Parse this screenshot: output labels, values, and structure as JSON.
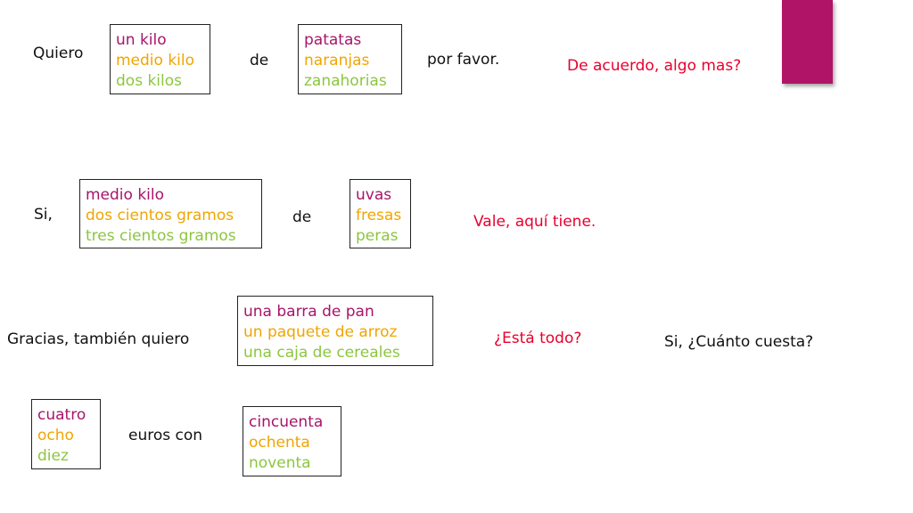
{
  "row1": {
    "intro": "Quiero",
    "quantities": [
      "un kilo",
      "medio kilo",
      "dos kilos"
    ],
    "connector": "de",
    "items": [
      "patatas",
      "naranjas",
      "zanahorias"
    ],
    "closing": "por favor.",
    "reply": "De acuerdo, algo mas?"
  },
  "row2": {
    "intro": "Si,",
    "quantities": [
      "medio kilo",
      "dos cientos gramos",
      "tres cientos gramos"
    ],
    "connector": "de",
    "items": [
      "uvas",
      "fresas",
      "peras"
    ],
    "reply": "Vale, aquí tiene."
  },
  "row3": {
    "intro": "Gracias, también quiero",
    "items": [
      "una barra de pan",
      "un paquete de arroz",
      "una caja de cereales"
    ],
    "reply": "¿Está todo?",
    "question": "Si, ¿Cuánto cuesta?"
  },
  "row4": {
    "euros": [
      "cuatro",
      "ocho",
      "diez"
    ],
    "connector": "euros con",
    "cents": [
      "cincuenta",
      "ochenta",
      "noventa"
    ]
  },
  "colors": {
    "option1": "#a8146a",
    "option2": "#f0a500",
    "option3": "#8cc63f",
    "reply": "#e8002d",
    "accent": "#b01466"
  }
}
